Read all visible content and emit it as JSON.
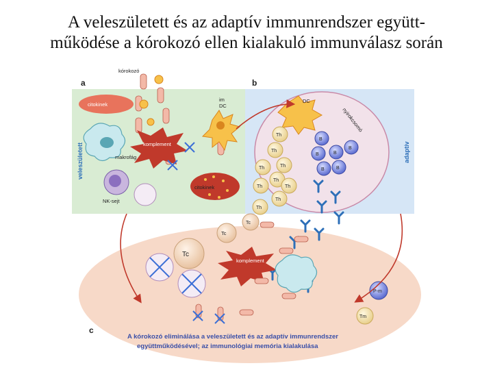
{
  "title": {
    "line1": "A veleszületett és az adaptív immunrendszer együtt-",
    "line2": "működése a kórokozó ellen kialakuló immunválasz során"
  },
  "panels": {
    "a": "a",
    "b": "b",
    "c": "c"
  },
  "labels": {
    "korokozo": "kórokozó",
    "citokinek": "citokinek",
    "im_dc_1": "im",
    "im_dc_2": "DC",
    "komplement_a": "komplement",
    "makrofag": "makrofág",
    "nk_sejt": "NK-sejt",
    "citokinek_2": "citokinek",
    "veleszuletett": "veleszületett",
    "adaptiv": "adaptív",
    "dc": "DC",
    "nyirokcsomo": "nyirokcsomó",
    "th": "Th",
    "b": "B",
    "tc": "Tc",
    "komplement_c": "komplement",
    "pm": "P-m",
    "tm": "Tm"
  },
  "caption": {
    "line1": "A kórokozó eliminálása a veleszületett és az adaptív immunrendszer",
    "line2": "együttműködésével; az immunológiai memória kialakulása"
  },
  "colors": {
    "panel_a": "#d9ecd3",
    "panel_b": "#d6e6f6",
    "panel_c": "#f7d9c8",
    "lymph_node": "#f2e2ea",
    "arrow": "#c0392b",
    "caption": "#3a4fa8",
    "side_label": "#2d6fb8"
  }
}
